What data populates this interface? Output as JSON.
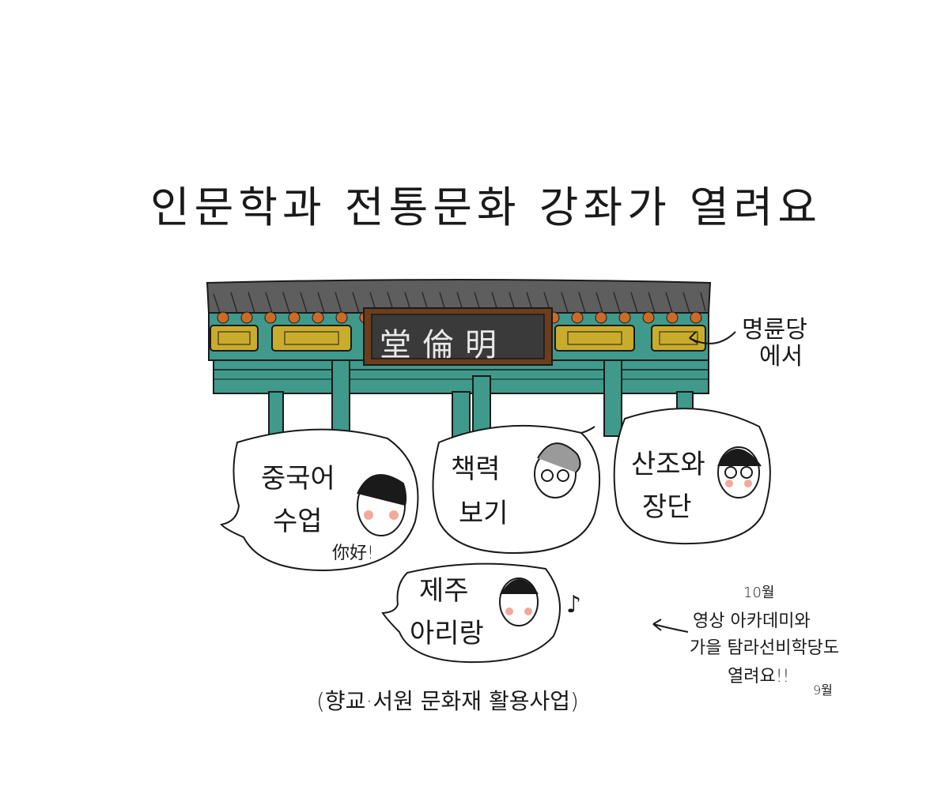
{
  "title": "인문학과  전통문화 강좌가 열려요",
  "building": {
    "sign": "堂倫明",
    "location_note": [
      "명륜당",
      "에서"
    ]
  },
  "bubbles": [
    {
      "lines": [
        "중국어",
        "수업"
      ],
      "speech": "你好!"
    },
    {
      "lines": [
        "책력",
        "보기"
      ]
    },
    {
      "lines": [
        "산조와",
        "장단"
      ]
    },
    {
      "lines": [
        "제주",
        "아리랑"
      ],
      "music_note": "♪"
    }
  ],
  "side_note": {
    "top_month": "10월",
    "lines": [
      "영상 아카데미와",
      "가을 탐라선비학당도",
      "열려요!!"
    ],
    "bottom_month": "9월"
  },
  "footer": "(향교·서원 문화재 활용사업)",
  "colors": {
    "roof": "#5e5e5e",
    "teal": "#3f9a8c",
    "gold": "#c9ac2c",
    "orange": "#cc6a28",
    "sign_bg": "#3a3a3a",
    "sign_border": "#6b3e1e",
    "cheek": "#f3a99a"
  }
}
